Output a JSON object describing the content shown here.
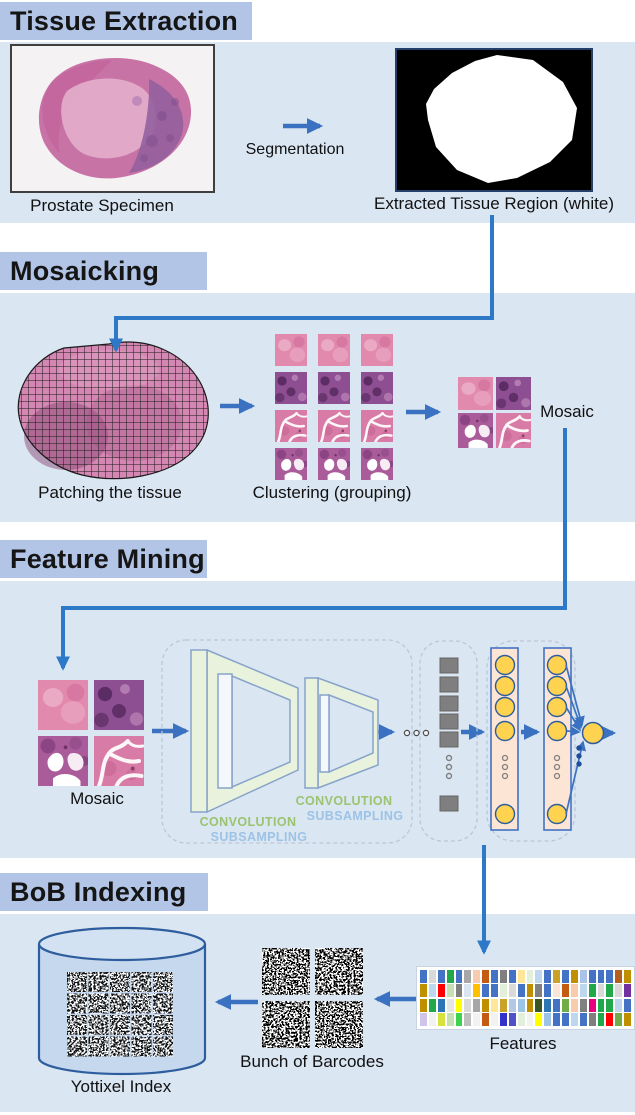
{
  "sections": {
    "tissue_extraction": {
      "title": "Tissue Extraction",
      "specimen_caption": "Prostate Specimen",
      "arrow_label": "Segmentation",
      "mask_caption": "Extracted Tissue Region (white)"
    },
    "mosaicking": {
      "title": "Mosaicking",
      "patching_caption": "Patching the tissue",
      "clustering_caption": "Clustering (grouping)",
      "mosaic_label": "Mosaic"
    },
    "feature_mining": {
      "title": "Feature Mining",
      "mosaic_label": "Mosaic",
      "cnn_stage1": {
        "line1": "CONVOLUTION",
        "line2": "SUBSAMPLING"
      },
      "cnn_stage2": {
        "line1": "CONVOLUTION",
        "line2": "SUBSAMPLING"
      }
    },
    "bob_indexing": {
      "title": "BoB Indexing",
      "features_caption": "Features",
      "barcodes_caption": "Bunch of Barcodes",
      "index_caption": "Yottixel Index",
      "features_rows": [
        [
          "#4472c4",
          "#d9d9d9",
          "#4472c4",
          "#21a849",
          "#4472c4",
          "#a6a6a6",
          "#f6cbb0",
          "#c55a11",
          "#4472c4",
          "#7f7f7f",
          "#4472c4",
          "#ffe699",
          "#e2efda",
          "#bdd7ee",
          "#4472c4",
          "#c9a227",
          "#4472c4",
          "#bf8f00",
          "#a9c4e8",
          "#4472c4",
          "#4472c4",
          "#4472c4",
          "#b45f1d",
          "#bf8f00"
        ],
        [
          "#bf8f00",
          "#bdd7ee",
          "#ff0000",
          "#c6e0b4",
          "#808080",
          "#dbe5f1",
          "#ffc000",
          "#4472c4",
          "#4472c4",
          "#e2efda",
          "#d9d9d9",
          "#4472c4",
          "#bf8f00",
          "#808080",
          "#4472c4",
          "#fce4d6",
          "#c55a11",
          "#f8cbad",
          "#bdd7ee",
          "#21a849",
          "#d9d9d9",
          "#21a849",
          "#d9d9d9",
          "#7030a0"
        ],
        [
          "#bf8f00",
          "#21a849",
          "#2e75b6",
          "#e7e6e6",
          "#ffff00",
          "#d9d9d9",
          "#a6a6a6",
          "#bf8f00",
          "#ffe699",
          "#c9a227",
          "#b4c7e7",
          "#9dc3e6",
          "#bf8f00",
          "#375623",
          "#2e75b6",
          "#4472c4",
          "#70ad47",
          "#f8cbad",
          "#808080",
          "#e6007e",
          "#21a849",
          "#21a849",
          "#bdd7ee",
          "#4472c4"
        ],
        [
          "#cfc4e9",
          "#f2f2f2",
          "#d6e33e",
          "#c6e0b4",
          "#3fd24d",
          "#bfbfbf",
          "#f2f2f2",
          "#c55a11",
          "#f2f2f2",
          "#3333cc",
          "#5050c8",
          "#e2efda",
          "#f2f2f2",
          "#ffff00",
          "#9dc3e6",
          "#4472c4",
          "#4472c4",
          "#bdd7ee",
          "#4472c4",
          "#7f7f7f",
          "#21a849",
          "#ff0000",
          "#70ad47",
          "#bf8f00"
        ]
      ]
    }
  },
  "colors": {
    "header_band": "#b2c5e6",
    "panel": "#dbe6f3",
    "connector_blue": "#2e78c8",
    "arrow_blue": "#3a72c1",
    "convolution_label": "#9cc36f",
    "subsampling_label": "#9cc3e6",
    "cnn_trapezoid_fill": "#e9f2dd",
    "nn_layer_fill": "#fce5d5",
    "nn_node_yellow": "#ffd34f",
    "feature_square_gray": "#7f7f7f"
  }
}
